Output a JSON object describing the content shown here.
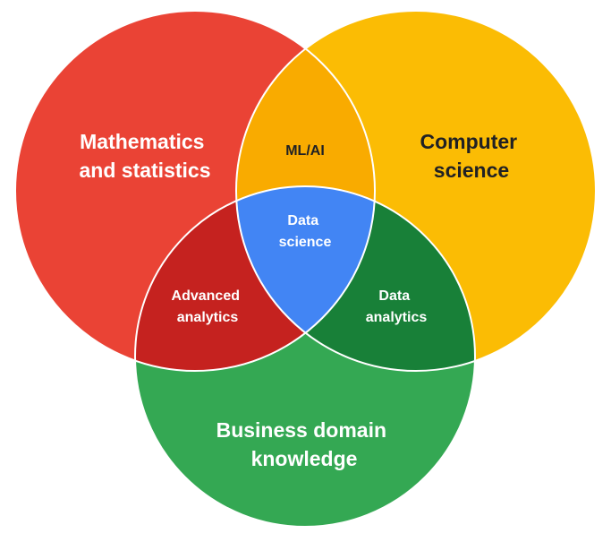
{
  "colors": {
    "math": "#EA4335",
    "cs": "#FBBC04",
    "business": "#34A853",
    "ml_ai": "#F9AB00",
    "advanced_analytics": "#C5221F",
    "data_analytics": "#188038",
    "data_science": "#4285F4",
    "outline": "#ffffff",
    "text_dark": "#202124",
    "text_light": "#ffffff"
  },
  "circles": {
    "math": {
      "line1": "Mathematics",
      "line2": "and statistics"
    },
    "cs": {
      "line1": "Computer",
      "line2": "science"
    },
    "business": {
      "line1": "Business domain",
      "line2": "knowledge"
    }
  },
  "regions": {
    "ml_ai": {
      "line1": "ML/AI"
    },
    "advanced_analytics": {
      "line1": "Advanced",
      "line2": "analytics"
    },
    "data_analytics": {
      "line1": "Data",
      "line2": "analytics"
    },
    "data_science": {
      "line1": "Data",
      "line2": "science"
    }
  }
}
